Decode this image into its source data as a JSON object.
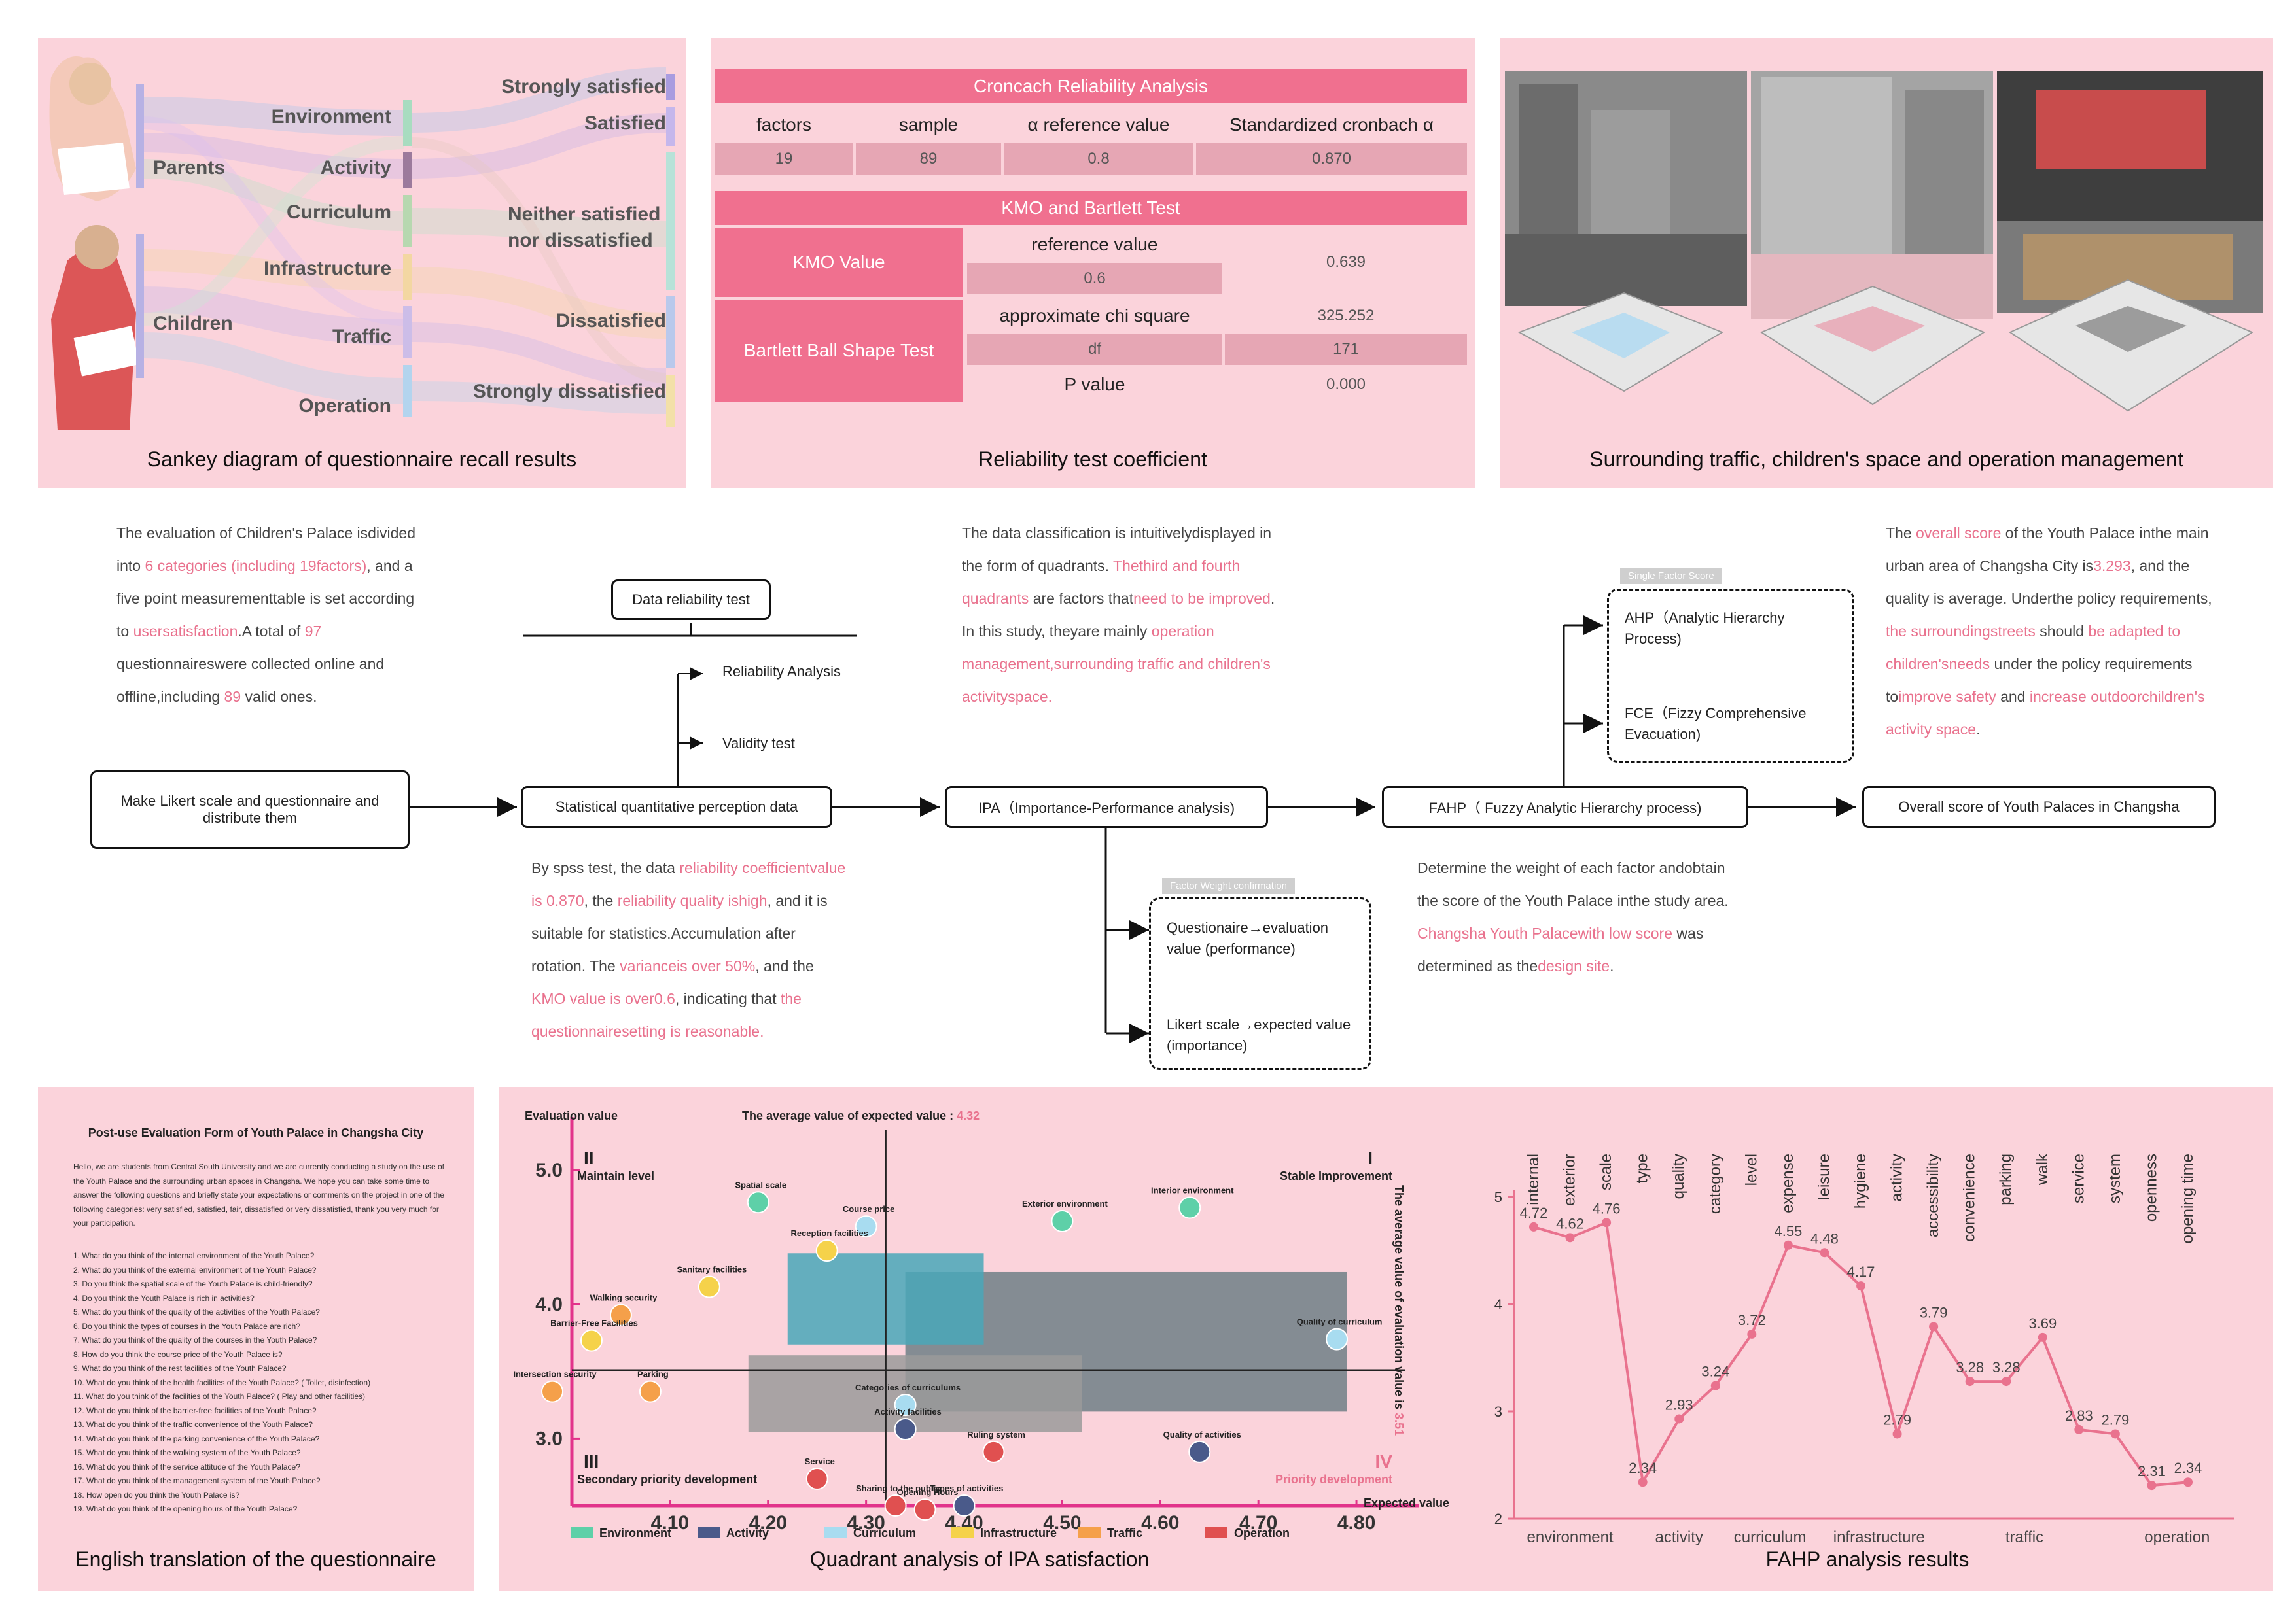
{
  "sankey": {
    "caption": "Sankey diagram of questionnaire recall results",
    "groups": [
      "Parents",
      "Children"
    ],
    "categories": [
      "Environment",
      "Activity",
      "Curriculum",
      "Infrastructure",
      "Traffic",
      "Operation"
    ],
    "levels": [
      "Strongly satisfied",
      "Satisfied",
      "Neither satisfied nor dissatisfied",
      "Dissatisfied",
      "Strongly dissatisfied"
    ]
  },
  "reliability": {
    "caption": "Reliability test coefficient",
    "cronbach": {
      "title": "Croncach Reliability Analysis",
      "headers": [
        "factors",
        "sample",
        "α  reference value",
        "Standardized cronbach α"
      ],
      "values": [
        "19",
        "89",
        "0.8",
        "0.870"
      ]
    },
    "kmo": {
      "title": "KMO and Bartlett Test",
      "kmo_label": "KMO Value",
      "bartlett_label": "Bartlett Ball Shape Test",
      "ref_label": "reference value",
      "ref_value": "0.6",
      "kmo_value": "0.639",
      "chi_label": "approximate chi square",
      "chi_value": "325.252",
      "df_label": "df",
      "df_value": "171",
      "p_label": "P value",
      "p_value": "0.000"
    }
  },
  "photos": {
    "caption": "Surrounding traffic, children's space and operation management"
  },
  "flow": {
    "left_note": [
      {
        "t": "The evaluation of Children's Palace is",
        "h": false
      },
      {
        "t": "divided into ",
        "h": false
      },
      {
        "t": "6 categories (including 19",
        "h": true
      },
      {
        "t": "factors)",
        "h": true
      },
      {
        "t": ", and a five point measurement",
        "h": false
      },
      {
        "t": "table is set according to ",
        "h": false
      },
      {
        "t": "user",
        "h": true
      },
      {
        "t": "satisfaction",
        "h": true
      },
      {
        "t": ".A total of ",
        "h": false
      },
      {
        "t": "97",
        "h": true
      },
      {
        "t": " questionnaires",
        "h": false
      },
      {
        "t": "were collected online and offline,",
        "h": false
      },
      {
        "t": "including ",
        "h": false
      },
      {
        "t": "89",
        "h": true
      },
      {
        "t": " valid ones.",
        "h": false
      }
    ],
    "box_make": "Make Likert scale and questionnaire and distribute them",
    "box_reliability": "Data reliability test",
    "branch_reliability": "Reliability Analysis",
    "branch_validity": "Validity test",
    "box_stat": "Statistical quantitative perception data",
    "stat_note": [
      {
        "t": "By spss test, the data ",
        "h": false
      },
      {
        "t": "reliability coefficient",
        "h": true
      },
      {
        "t": "value is 0.870",
        "h": true
      },
      {
        "t": ", the ",
        "h": false
      },
      {
        "t": "reliability quality is",
        "h": true
      },
      {
        "t": "high",
        "h": true
      },
      {
        "t": ", and it is suitable for statistics.",
        "h": false
      },
      {
        "t": "Accumulation after rotation. The ",
        "h": false
      },
      {
        "t": "variance",
        "h": true
      },
      {
        "t": "is over 50%",
        "h": true
      },
      {
        "t": ", and the ",
        "h": false
      },
      {
        "t": "KMO value is over",
        "h": true
      },
      {
        "t": "0.6",
        "h": true
      },
      {
        "t": ", indicating that ",
        "h": false
      },
      {
        "t": "the questionnaire",
        "h": true
      },
      {
        "t": "setting is reasonable.",
        "h": true
      }
    ],
    "ipa_note": [
      {
        "t": "The data classification is intuitively",
        "h": false
      },
      {
        "t": "displayed in the form of quadrants. ",
        "h": false
      },
      {
        "t": "The",
        "h": true
      },
      {
        "t": "third and fourth quadrants",
        "h": true
      },
      {
        "t": " are factors that",
        "h": false
      },
      {
        "t": "need to be improved",
        "h": true
      },
      {
        "t": ". In this study, they",
        "h": false
      },
      {
        "t": "are mainly ",
        "h": false
      },
      {
        "t": "operation management,",
        "h": true
      },
      {
        "t": "surrounding traffic and children's activity",
        "h": true
      },
      {
        "t": "space.",
        "h": true
      }
    ],
    "box_ipa": "IPA（Importance-Performance analysis)",
    "tag_weight": "Factor Weight confirmation",
    "ipa_a": "Questionaire→evaluation value (performance)",
    "ipa_b": "Likert scale→expected value (importance)",
    "box_fahp": "FAHP（ Fuzzy Analytic Hierarchy process)",
    "tag_single": "Single Factor Score",
    "fahp_a": "AHP（Analytic Hierarchy Process)",
    "fahp_b": "FCE（Fizzy Comprehensive Evacuation)",
    "fahp_note": [
      {
        "t": "Determine the weight of each factor and",
        "h": false
      },
      {
        "t": "obtain the score of the Youth Palace in",
        "h": false
      },
      {
        "t": "the study area. ",
        "h": false
      },
      {
        "t": "Changsha Youth Palace",
        "h": true
      },
      {
        "t": "with low score",
        "h": true
      },
      {
        "t": " was determined as the",
        "h": false
      },
      {
        "t": "design site",
        "h": true
      },
      {
        "t": ".",
        "h": false
      }
    ],
    "box_overall": "Overall score of Youth Palaces in Changsha",
    "right_note": [
      {
        "t": "The ",
        "h": false
      },
      {
        "t": "overall score",
        "h": true
      },
      {
        "t": " of the Youth Palace in",
        "h": false
      },
      {
        "t": "the main urban area of Changsha City is",
        "h": false
      },
      {
        "t": "3.293",
        "h": true
      },
      {
        "t": ", and the quality is average. Under",
        "h": false
      },
      {
        "t": "the policy requirements, ",
        "h": false
      },
      {
        "t": "the surrounding",
        "h": true
      },
      {
        "t": "streets",
        "h": true
      },
      {
        "t": " should ",
        "h": false
      },
      {
        "t": "be adapted to children's",
        "h": true
      },
      {
        "t": "needs",
        "h": true
      },
      {
        "t": " under the policy requirements to",
        "h": false
      },
      {
        "t": "improve safety",
        "h": true
      },
      {
        "t": " and ",
        "h": false
      },
      {
        "t": "increase outdoor",
        "h": true
      },
      {
        "t": "children's activity space",
        "h": true
      },
      {
        "t": ".",
        "h": false
      }
    ]
  },
  "questionnaire": {
    "caption": "English translation of the questionnaire",
    "title": "Post-use Evaluation Form of Youth Palace in Changsha City",
    "intro": "Hello, we are students from Central South University and we are currently conducting a study on the use of the Youth Palace and the surrounding urban spaces in Changsha. We hope you can take some time to answer the following questions and briefly state your expectations or comments on the project in one of the following categories: very satisfied, satisfied, fair, dissatisfied or very dissatisfied, thank you very much for your participation.",
    "questions": [
      "1. What do you think of the internal environment of the Youth Palace?",
      "2. What do you think of the external environment of the Youth Palace?",
      "3. Do you think the spatial scale of the Youth Palace is child-friendly?",
      "4. Do you think the Youth Palace is rich in activities?",
      "5. What do you think of the quality of the activities of the Youth Palace?",
      "6. Do you think the types of courses in the Youth Palace are rich?",
      "7. What do you think of the quality of the courses in the Youth Palace?",
      "8. How do you think the course price of the Youth Palace is?",
      "9. What do you think of the rest facilities of the Youth Palace?",
      "10. What do you think of the health facilities of the Youth Palace? ( Toilet, disinfection)",
      "11. What do you think of the facilities of the Youth Palace? ( Play and other facilities)",
      "12. What do you think of the barrier-free facilities of the Youth Palace?",
      "13. What do you think of the traffic convenience of the Youth Palace?",
      "14. What do you think of the parking convenience of the Youth Palace?",
      "15. What do you think of the walking system of the Youth Palace?",
      "16. What do you think of the service attitude of the Youth Palace?",
      "17. What do you think of the management system of the Youth Palace?",
      "18. How open do you think the Youth Palace is?",
      "19. What do you think of the opening hours of the Youth Palace?"
    ]
  },
  "ipa": {
    "caption": "Quadrant analysis of IPA satisfaction",
    "y_title": "Evaluation value",
    "x_title": "Expected value",
    "avg_expected_label": "The average value of expected value :",
    "avg_expected_value": "4.32",
    "avg_eval_label": "The average value of evaluation value is",
    "avg_eval_value": "3.51",
    "quadrants": {
      "q1_num": "I",
      "q1": "Stable Improvement",
      "q2_num": "II",
      "q2": "Maintain level",
      "q3_num": "III",
      "q3": "Secondary priority development",
      "q4_num": "IV",
      "q4": "Priority development"
    },
    "legend": [
      {
        "name": "Environment",
        "color": "#5ed0a8"
      },
      {
        "name": "Activity",
        "color": "#4a5a8a"
      },
      {
        "name": "Curriculum",
        "color": "#a8dcf0"
      },
      {
        "name": "Infrastructure",
        "color": "#f5d24a"
      },
      {
        "name": "Traffic",
        "color": "#f5a04a"
      },
      {
        "name": "Operation",
        "color": "#e05050"
      }
    ],
    "chart_data": {
      "type": "scatter",
      "x_ticks": [
        "4.10",
        "4.20",
        "4.30",
        "4.40",
        "4.50",
        "4.60",
        "4.70",
        "4.80"
      ],
      "y_ticks": [
        "5.0",
        "4.0",
        "3.0"
      ],
      "xlim": [
        4.0,
        4.85
      ],
      "ylim": [
        2.5,
        5.2
      ],
      "avg_x": 4.32,
      "avg_y": 3.51,
      "points": [
        {
          "label": "Spatial scale",
          "cat": "Environment",
          "x": 4.19,
          "y": 4.76
        },
        {
          "label": "Exterior environment",
          "cat": "Environment",
          "x": 4.5,
          "y": 4.62
        },
        {
          "label": "Interior environment",
          "cat": "Environment",
          "x": 4.63,
          "y": 4.72
        },
        {
          "label": "Course price",
          "cat": "Curriculum",
          "x": 4.3,
          "y": 4.58
        },
        {
          "label": "Reception facilities",
          "cat": "Infrastructure",
          "x": 4.26,
          "y": 4.4
        },
        {
          "label": "Sanitary facilities",
          "cat": "Infrastructure",
          "x": 4.14,
          "y": 4.13
        },
        {
          "label": "Walking security",
          "cat": "Traffic",
          "x": 4.05,
          "y": 3.92
        },
        {
          "label": "Barrier-Free Facilities",
          "cat": "Infrastructure",
          "x": 4.02,
          "y": 3.73
        },
        {
          "label": "Parking",
          "cat": "Traffic",
          "x": 4.08,
          "y": 3.35
        },
        {
          "label": "Intersection security",
          "cat": "Traffic",
          "x": 3.98,
          "y": 3.35
        },
        {
          "label": "Quality of curriculum",
          "cat": "Curriculum",
          "x": 4.78,
          "y": 3.74
        },
        {
          "label": "Categories of curriculums",
          "cat": "Curriculum",
          "x": 4.34,
          "y": 3.25
        },
        {
          "label": "Activity facilities",
          "cat": "Activity",
          "x": 4.34,
          "y": 3.07
        },
        {
          "label": "Ruling system",
          "cat": "Operation",
          "x": 4.43,
          "y": 2.9
        },
        {
          "label": "Quality of activities",
          "cat": "Activity",
          "x": 4.64,
          "y": 2.9
        },
        {
          "label": "Service",
          "cat": "Operation",
          "x": 4.25,
          "y": 2.7
        },
        {
          "label": "Sharing to the public",
          "cat": "Operation",
          "x": 4.33,
          "y": 2.5
        },
        {
          "label": "Opening Hours",
          "cat": "Operation",
          "x": 4.36,
          "y": 2.47
        },
        {
          "label": "Types of activities",
          "cat": "Activity",
          "x": 4.4,
          "y": 2.5
        }
      ]
    }
  },
  "fahp": {
    "caption": "FAHP analysis results",
    "chart_data": {
      "type": "line",
      "categories": [
        "internal",
        "exterior",
        "scale",
        "type",
        "quality",
        "category",
        "level",
        "expense",
        "leisure",
        "hygiene",
        "activity",
        "accessibility",
        "convenience",
        "parking",
        "walk",
        "service",
        "system",
        "openness",
        "opening time"
      ],
      "values": [
        4.72,
        4.62,
        4.76,
        2.34,
        2.93,
        3.24,
        3.72,
        4.55,
        4.48,
        4.17,
        2.79,
        3.79,
        3.28,
        3.28,
        3.69,
        2.83,
        2.79,
        2.31,
        2.34
      ],
      "labels": [
        "4.72",
        "4.62",
        "4.76",
        "2.34",
        "2.93",
        "3.24",
        "3.72",
        "4.55",
        "4.48",
        "4.17",
        "2.79",
        "3.79",
        "3.28",
        "3.28",
        "3.69",
        "2.83",
        "2.79",
        "2.31",
        "2.34"
      ],
      "y_ticks": [
        "5",
        "4",
        "3",
        "2"
      ],
      "ylim": [
        2,
        5
      ],
      "groups": [
        "environment",
        "activity",
        "curriculum",
        "infrastructure",
        "traffic",
        "operation"
      ],
      "color": "#e9728e"
    }
  }
}
